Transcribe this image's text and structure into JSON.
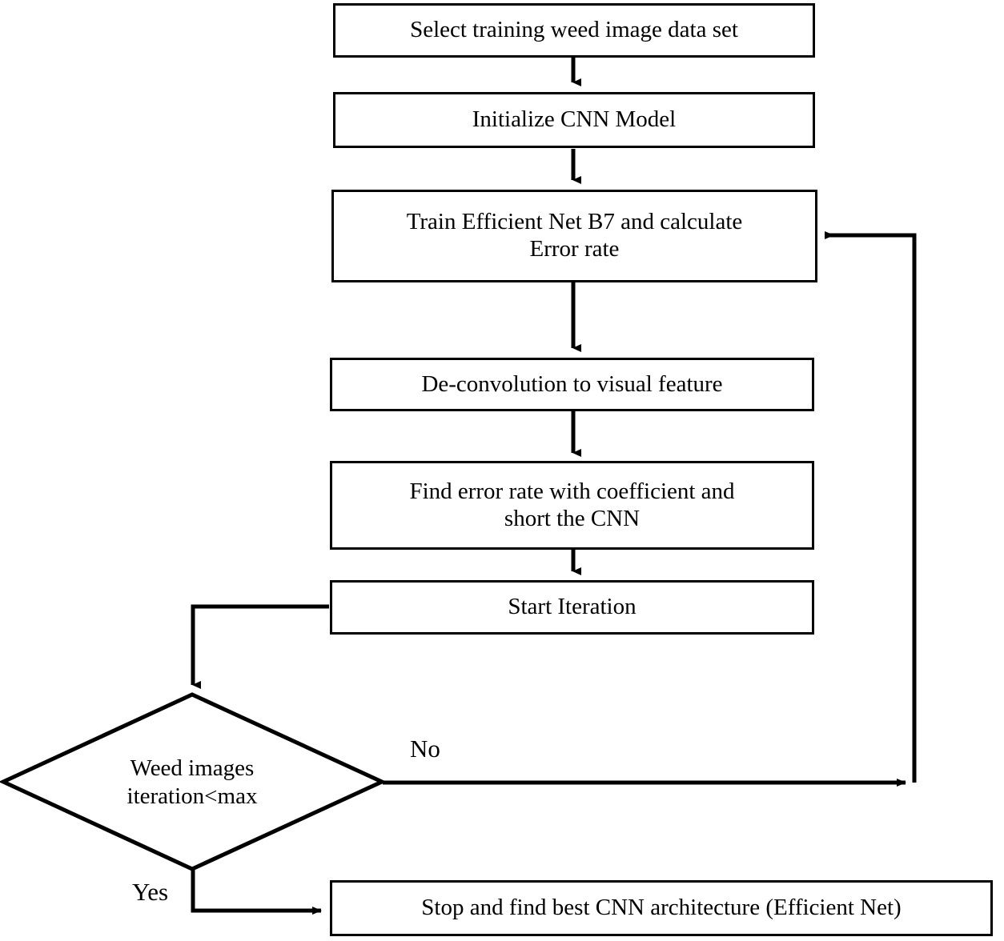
{
  "diagram": {
    "title": "CNN weed image training flowchart",
    "type": "flowchart",
    "stroke_color": "#000000",
    "fill_color": "#ffffff",
    "text_color": "#000000"
  },
  "nodes": {
    "select_dataset": {
      "label": "Select training weed image data set",
      "shape": "rectangle"
    },
    "initialize_model": {
      "label": "Initialize CNN Model",
      "shape": "rectangle"
    },
    "train_network": {
      "label": "Train Efficient Net B7 and calculate\nError rate",
      "shape": "rectangle"
    },
    "deconvolution": {
      "label": "De-convolution to visual feature",
      "shape": "rectangle"
    },
    "find_error_rate": {
      "label": "Find error rate with coefficient and\nshort the CNN",
      "shape": "rectangle"
    },
    "start_iteration": {
      "label": "Start Iteration",
      "shape": "rectangle"
    },
    "decision_iteration": {
      "label": "Weed images\niteration<max",
      "shape": "diamond"
    },
    "stop_find_best": {
      "label": "Stop and find best CNN architecture (Efficient Net)",
      "shape": "rectangle"
    }
  },
  "edge_labels": {
    "no_branch": "No",
    "yes_branch": "Yes"
  }
}
